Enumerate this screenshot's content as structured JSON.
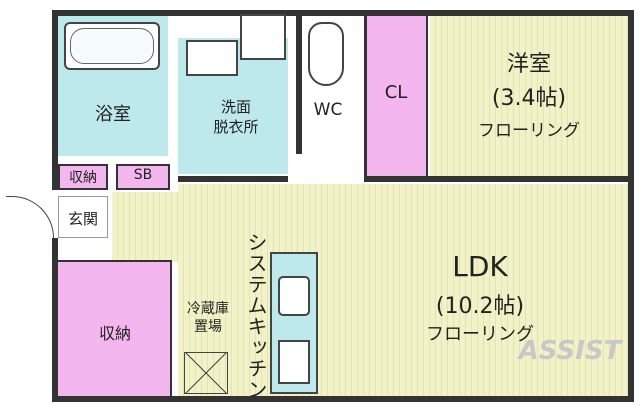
{
  "colors": {
    "flooring": "#f2f2c8",
    "storage": "#f4b6ee",
    "water_area": "#bde9ec",
    "wall": "#333333"
  },
  "rooms": {
    "bathroom": "浴室",
    "washroom": "洗面\n脱衣所",
    "wc": "WC",
    "closet": "CL",
    "western_room": {
      "name": "洋室",
      "size": "(3.4帖)",
      "floor": "フローリング"
    },
    "storage_small": "収納",
    "shoe_box": "SB",
    "entrance": "玄関",
    "ldk": {
      "name": "LDK",
      "size": "(10.2帖)",
      "floor": "フローリング"
    },
    "storage_large": "収納",
    "kitchen": "システムキッチン",
    "fridge": "冷蔵庫\n置場"
  },
  "watermark": "ASSIST",
  "icons": [
    "bathtub-icon",
    "washbasin-icon",
    "toilet-icon",
    "sink-icon",
    "stove-icon",
    "fridge-space-icon",
    "door-swing-icon"
  ]
}
